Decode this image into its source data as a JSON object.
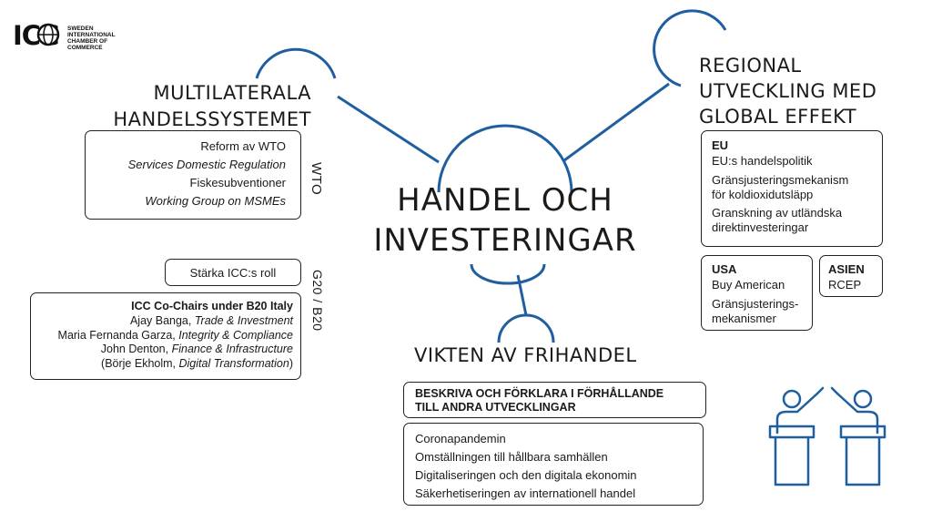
{
  "logo": {
    "mark": "ICC",
    "line1": "SWEDEN",
    "line2": "INTERNATIONAL",
    "line3": "CHAMBER OF COMMERCE"
  },
  "center": {
    "line1": "HANDEL OCH",
    "line2": "INVESTERINGAR"
  },
  "multilateral": {
    "title1": "MULTILATERALA",
    "title2": "HANDELSSYSTEMET",
    "wto_label": "WTO",
    "wto_items": [
      "Reform av WTO",
      "Services Domestic Regulation",
      "Fiskesubventioner",
      "Working Group on MSMEs"
    ],
    "g20_label": "G20 / B20",
    "role_box": "Stärka ICC:s roll",
    "cochairs_title": "ICC Co-Chairs under B20 Italy",
    "cochairs": [
      {
        "name": "Ajay Banga, ",
        "role": "Trade & Investment",
        "prefix": "",
        "suffix": ""
      },
      {
        "name": "Maria Fernanda Garza, ",
        "role": "Integrity & Compliance",
        "prefix": "",
        "suffix": ""
      },
      {
        "name": "John Denton, ",
        "role": "Finance & Infrastructure",
        "prefix": "",
        "suffix": ""
      },
      {
        "name": "Börje Ekholm, ",
        "role": "Digital Transformation",
        "prefix": "(",
        "suffix": ")"
      }
    ]
  },
  "regional": {
    "title1": "REGIONAL",
    "title2": "UTVECKLING MED",
    "title3": "GLOBAL EFFEKT",
    "eu_title": "EU",
    "eu_items": [
      "EU:s handelspolitik",
      "Gränsjusteringsmekanism",
      "för koldioxidutsläpp",
      "Granskning av utländska",
      "direktinvesteringar"
    ],
    "usa_title": "USA",
    "usa_items": [
      "Buy American",
      "Gränsjusterings-",
      "mekanismer"
    ],
    "asia_title": "ASIEN",
    "asia_items": [
      "RCEP"
    ]
  },
  "frihandel": {
    "title": "VIKTEN AV FRIHANDEL",
    "describe1": "BESKRIVA OCH FÖRKLARA I FÖRHÅLLANDE",
    "describe2": "TILL ANDRA UTVECKLINGAR",
    "items": [
      "Coronapandemin",
      "Omställningen till hållbara samhällen",
      "Digitaliseringen och den digitala ekonomin",
      "Säkerhetiseringen av internationell handel"
    ]
  },
  "colors": {
    "accent": "#1f5fa0",
    "text": "#1a1a1a"
  },
  "icons": {
    "illustration": "handshake-podium-icon"
  }
}
